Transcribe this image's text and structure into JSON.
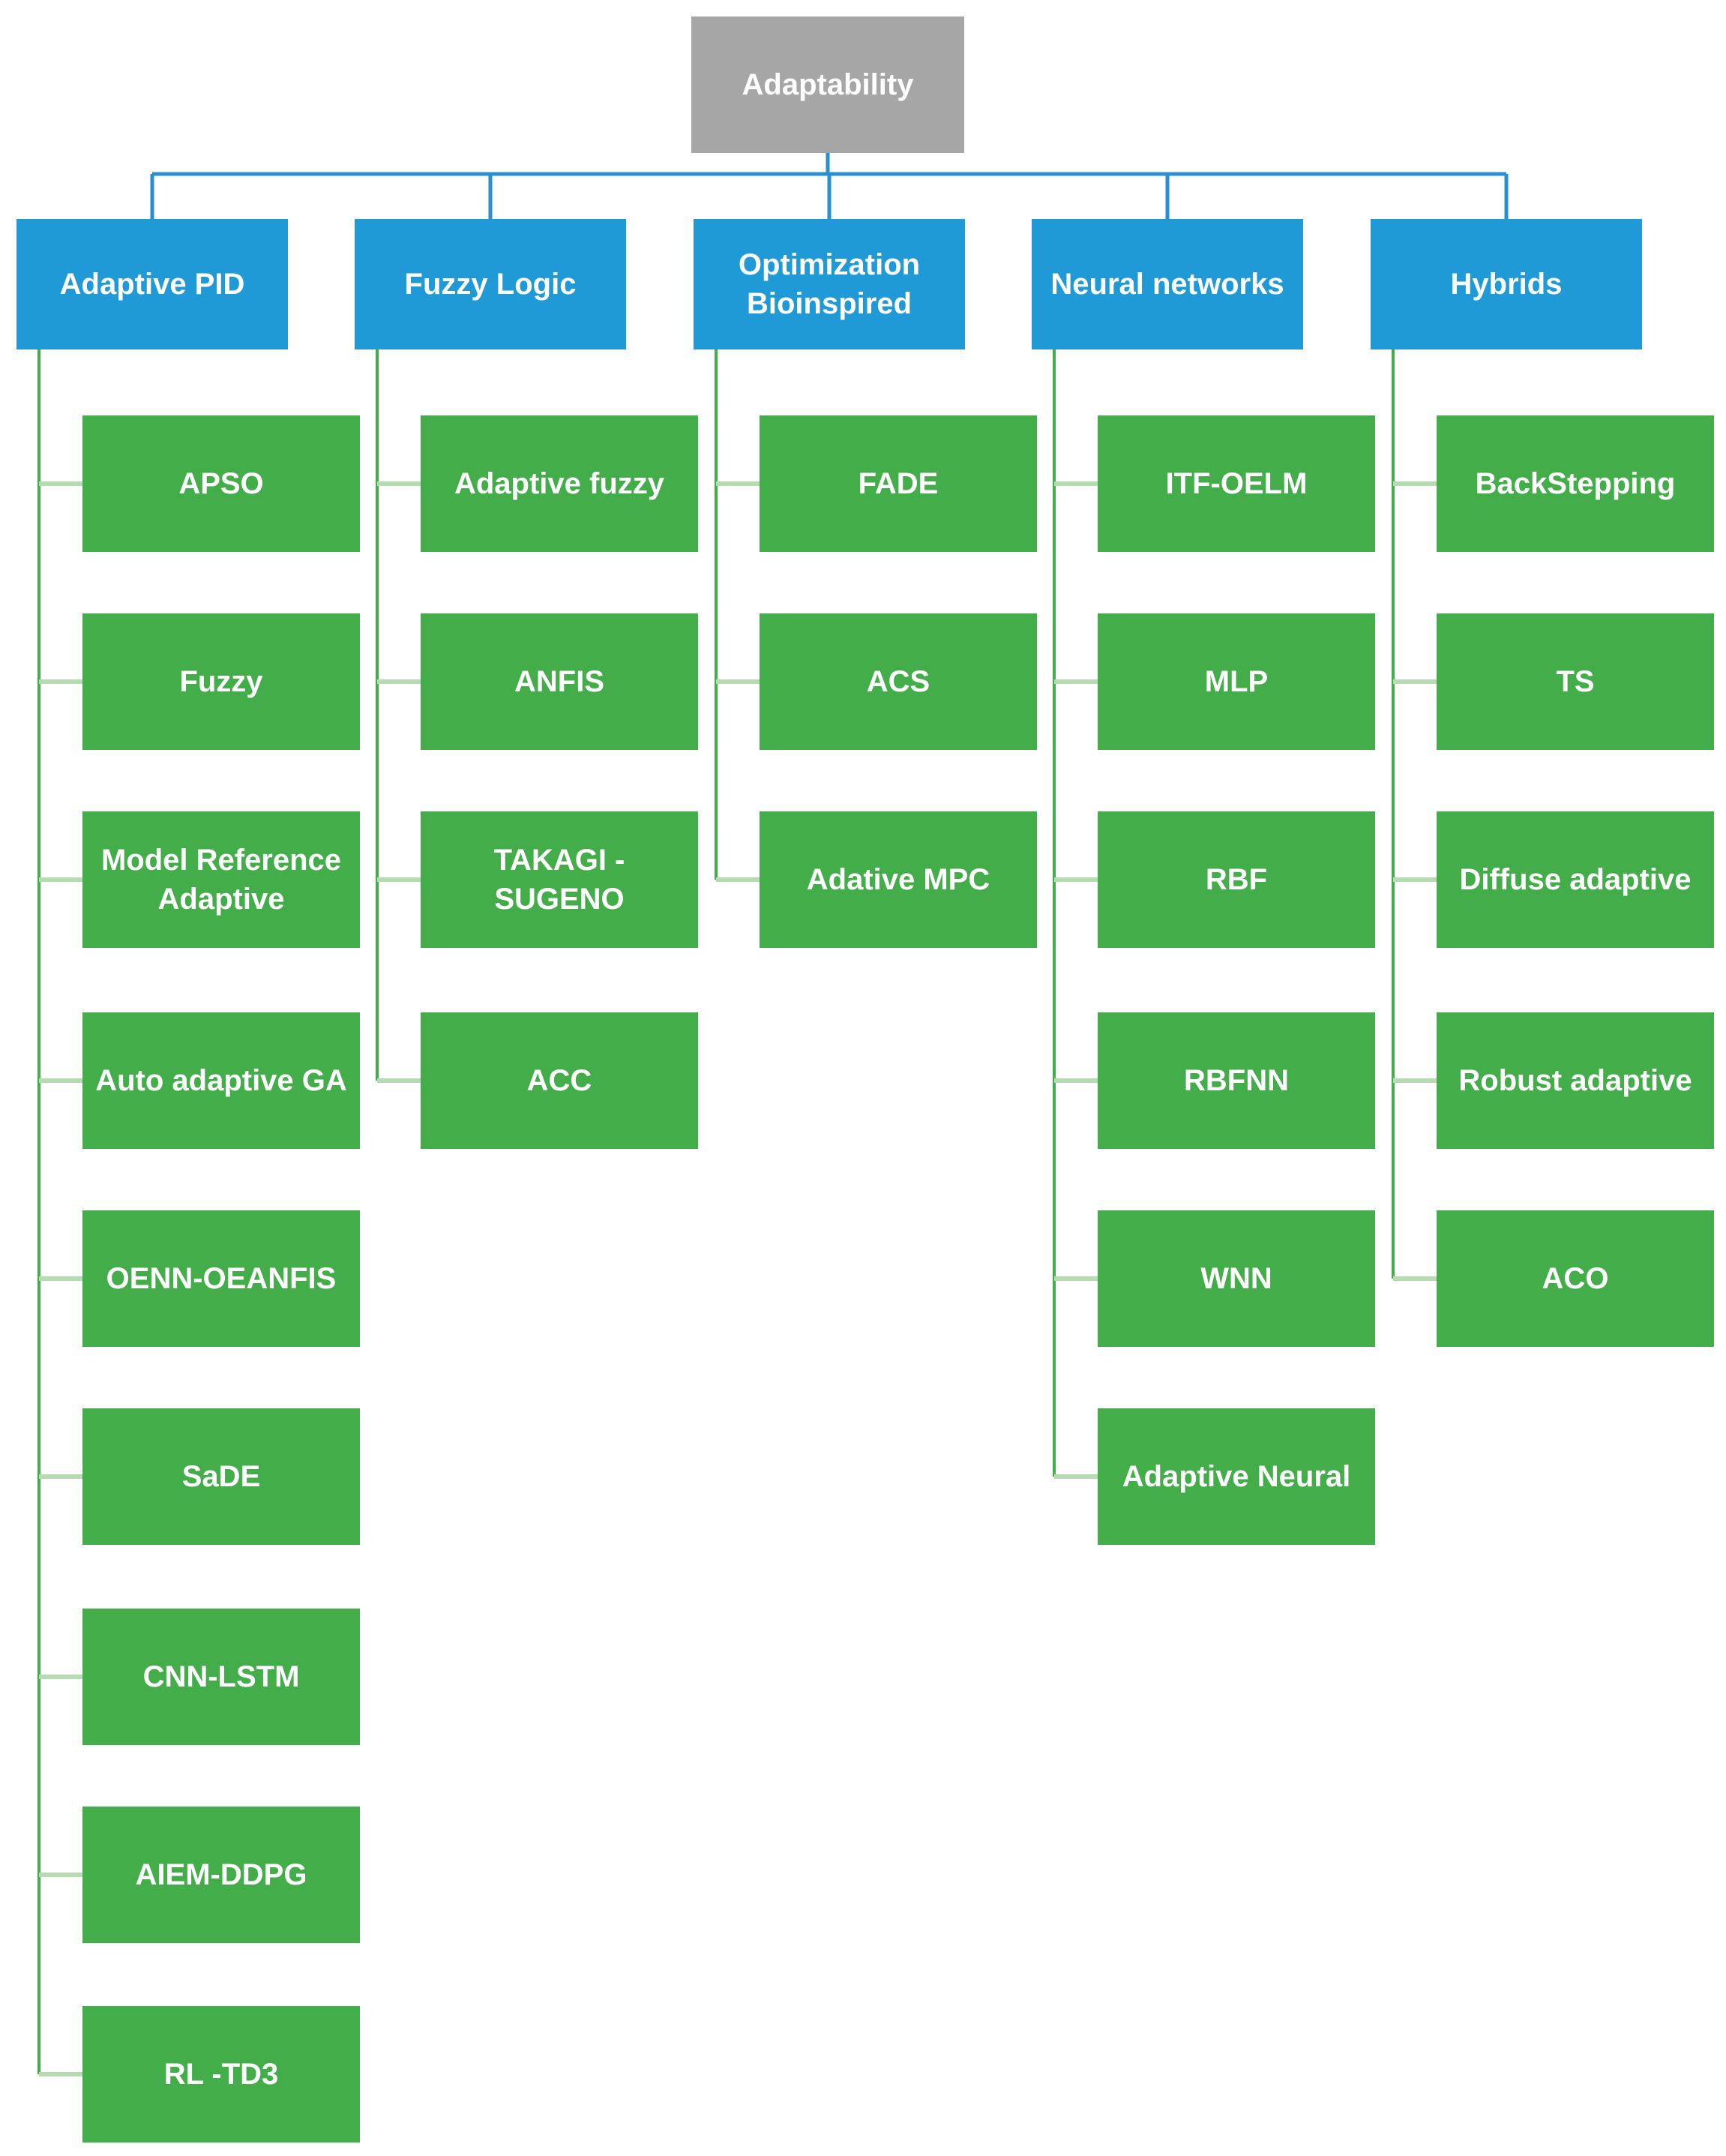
{
  "colors": {
    "root_fill": "#a6a6a6",
    "category_fill": "#1f9ad6",
    "leaf_fill": "#43ad4a",
    "category_connector": "#2a8fd0",
    "leaf_connector": "#43ad4a",
    "leaf_connector_light": "#b4dcb0",
    "text": "#ffffff"
  },
  "root": {
    "label": "Adaptability"
  },
  "categories": [
    {
      "label": "Adaptive PID",
      "items": [
        "APSO",
        "Fuzzy",
        "Model Reference Adaptive",
        "Auto adaptive GA",
        "OENN-OEANFIS",
        "SaDE",
        "CNN-LSTM",
        "AIEM-DDPG",
        "RL -TD3"
      ]
    },
    {
      "label": "Fuzzy Logic",
      "items": [
        "Adaptive fuzzy",
        "ANFIS",
        "TAKAGI - SUGENO",
        "ACC"
      ]
    },
    {
      "label": "Optimization Bioinspired",
      "items": [
        "FADE",
        "ACS",
        "Adative MPC"
      ]
    },
    {
      "label": "Neural networks",
      "items": [
        "ITF-OELM",
        "MLP",
        "RBF",
        "RBFNN",
        "WNN",
        "Adaptive Neural"
      ]
    },
    {
      "label": "Hybrids",
      "items": [
        "BackStepping",
        "TS",
        "Diffuse adaptive",
        "Robust adaptive",
        "ACO"
      ]
    }
  ]
}
